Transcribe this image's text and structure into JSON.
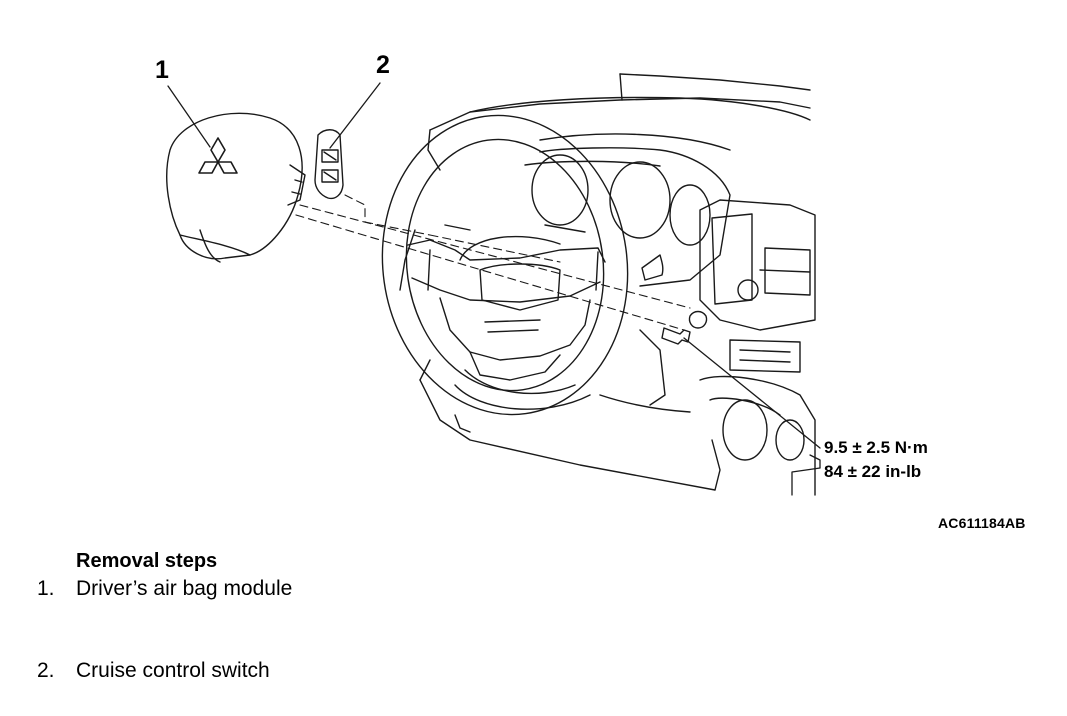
{
  "callouts": {
    "part1": "1",
    "part2": "2"
  },
  "torque": {
    "metric": "9.5 ± 2.5 N·m",
    "imperial": "84 ± 22 in-lb"
  },
  "figure_id": "AC611184AB",
  "removal": {
    "heading": "Removal steps",
    "steps": [
      {
        "number": "1.",
        "label": "Driver’s air bag module"
      },
      {
        "number": "2.",
        "label": "Cruise control switch"
      }
    ]
  },
  "colors": {
    "line": "#1a1a1a",
    "background": "#ffffff"
  },
  "icons": [
    "mitsubishi-logo-icon",
    "steering-wheel-icon",
    "bolt-icon"
  ]
}
